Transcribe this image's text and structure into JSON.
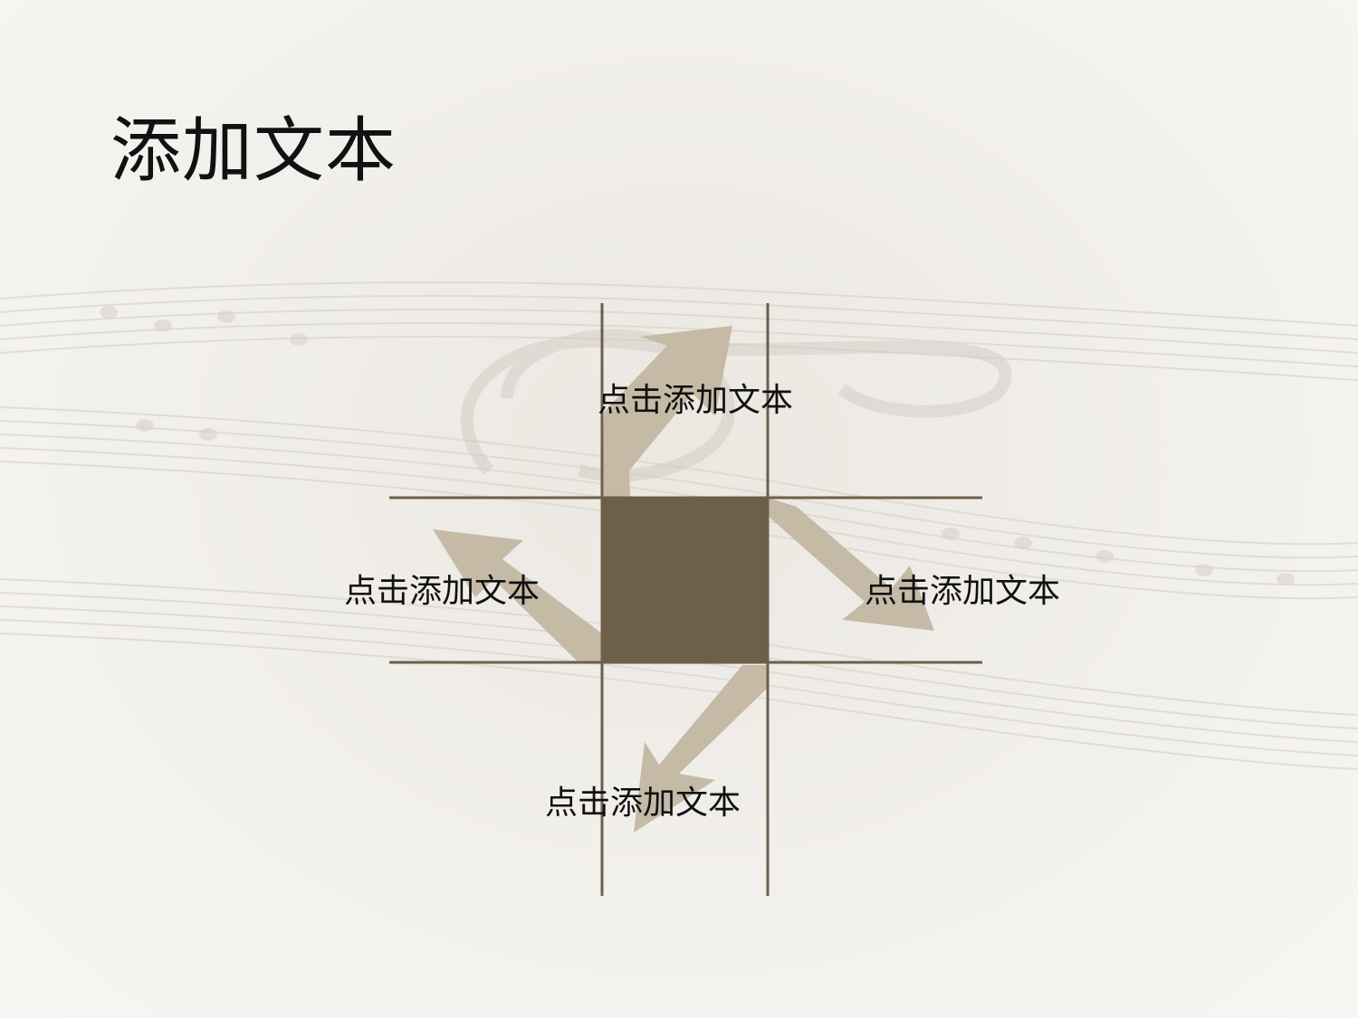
{
  "slide": {
    "title": "添加文本"
  },
  "diagram": {
    "center_color": "#6e5f49",
    "line_color": "#6e5f49",
    "arrow_color": "#c5baa6",
    "labels": {
      "top": "点击添加文本",
      "left": "点击添加文本",
      "right": "点击添加文本",
      "bottom": "点击添加文本"
    }
  }
}
